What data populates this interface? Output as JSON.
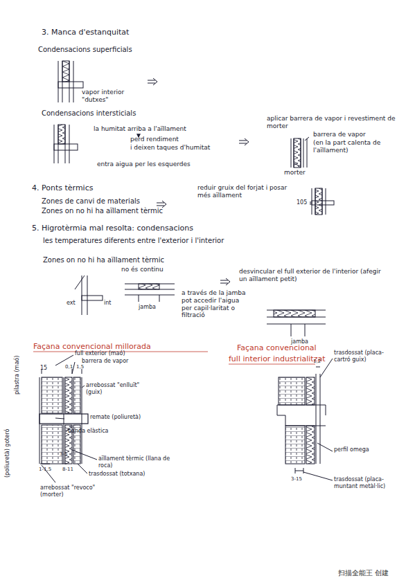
{
  "diagram": {
    "labels": [
      "3. Manca d'estanquitat",
      "Condensacions superficials",
      "vapor interior \"dutxes\"",
      "Condensacions intersticials",
      "la humitat arriba a l'aïllament",
      "perd rendiment",
      "i deixen taques d'humitat",
      "entra aigua per les esquerdes",
      "aplicar barrera de vapor i revestiment de morter",
      "barrera de vapor",
      "(en la part calenta de l'aïllament)",
      "morter",
      "4. Ponts tèrmics",
      "Zones de canvi de materials",
      "Zones on no hi ha aïllament tèrmic",
      "reduir gruix del forjat i posar més aïllament",
      "105",
      "5. Higrotèrmia mal resolta: condensacions",
      "les temperatures diferents entre l'exterior i l'interior",
      "Zones on no hi ha aïllament tèrmic",
      "no és continu",
      "ext",
      "int",
      "jamba",
      "a través de la jamba pot accedir l'aigua per capil·laritat o filtració",
      "desvincular el full exterior de l'interior (afegir un aïllament petit)",
      "jamba",
      "Façana convencional millorada",
      "full exterior (maó)",
      "barrera de vapor",
      "15",
      "0,1",
      "1,5",
      "arrebossat \"enlluït\" (guix)",
      "pilastra (maó)",
      "remate (poliuretà)",
      "banda elàstica",
      "(poliuretà) goteró",
      "3-5",
      "aïllament tèrmic (llana de roca)",
      "1-1,5",
      "8-11",
      "trasdossat (totxana)",
      "arrebossat \"revoco\" (morter)",
      "Façana convencional",
      "full interior industrialitzat",
      "1,2",
      "trasdossat (placa-cartró guix)",
      "perfil omega",
      "3-15",
      "trasdossat (placa-muntant metàl·lic)",
      "扫描全能王 创建"
    ]
  }
}
